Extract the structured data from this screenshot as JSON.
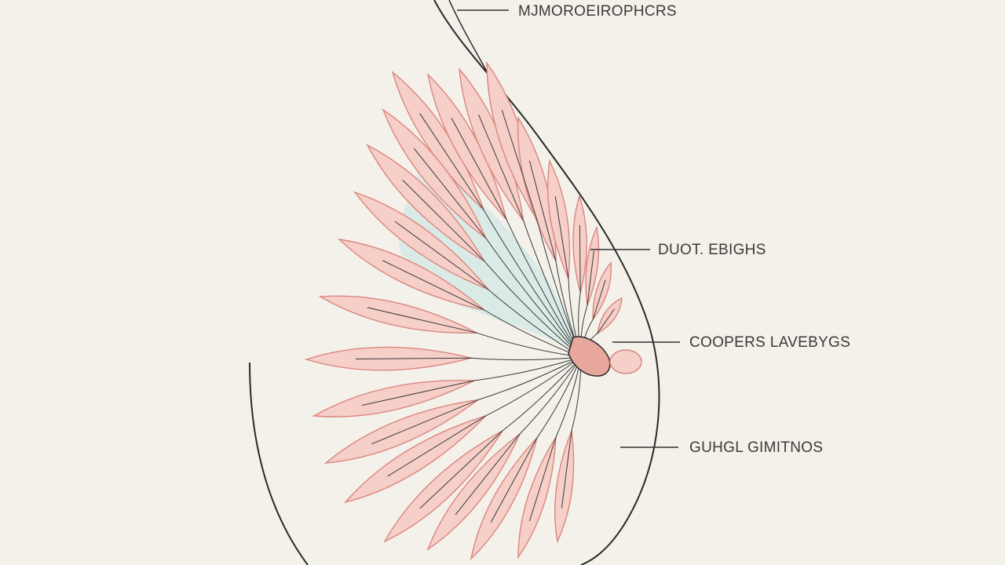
{
  "labels": {
    "top": "MJMORO​EIROPHCRS",
    "duct": "DUOT. EBIGHS",
    "coopers": "COOPERS LAVEBYGS",
    "gland": "GUHGL GIMITNOS"
  },
  "colors": {
    "background": "#f4f1ea",
    "outline": "#2a2a2a",
    "lobe_fill": "#f6cfc8",
    "lobe_stroke": "#d9867f",
    "duct_tint": "#cfe8e6",
    "nipple": "#e8a79c",
    "leader": "#333333"
  }
}
